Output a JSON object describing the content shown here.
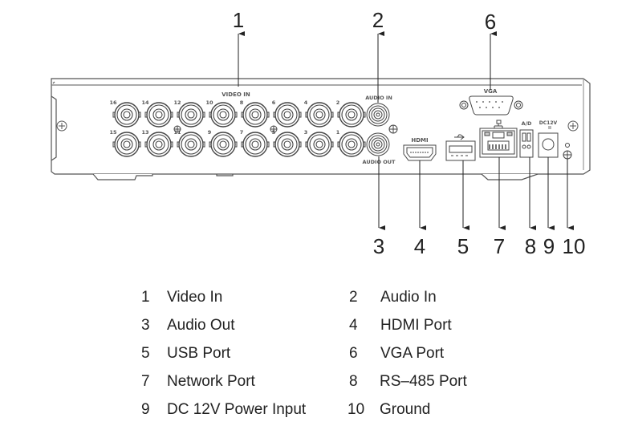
{
  "diagram": {
    "title": "DVR Rear Panel",
    "panel_labels": {
      "video_in": "VIDEO IN",
      "audio_in": "AUDIO IN",
      "audio_out": "AUDIO OUT",
      "vga": "VGA",
      "hdmi": "HDMI",
      "ad": "A/D",
      "dc": "DC12V"
    },
    "bnc_top_row": [
      "16",
      "14",
      "12",
      "10",
      "8",
      "6",
      "4",
      "2"
    ],
    "bnc_bottom_row": [
      "15",
      "13",
      "11",
      "9",
      "7",
      "5",
      "3",
      "1"
    ],
    "callouts_top": [
      {
        "num": "1",
        "target": "video-in"
      },
      {
        "num": "2",
        "target": "audio-in"
      },
      {
        "num": "6",
        "target": "vga-port"
      }
    ],
    "callouts_bottom": [
      {
        "num": "3",
        "target": "audio-out"
      },
      {
        "num": "4",
        "target": "hdmi-port"
      },
      {
        "num": "5",
        "target": "usb-port"
      },
      {
        "num": "7",
        "target": "network-port"
      },
      {
        "num": "8",
        "target": "rs485-port"
      },
      {
        "num": "9",
        "target": "dc-power"
      },
      {
        "num": "10",
        "target": "ground"
      }
    ]
  },
  "legend": [
    {
      "num": "1",
      "label": "Video In"
    },
    {
      "num": "2",
      "label": "Audio In"
    },
    {
      "num": "3",
      "label": "Audio Out"
    },
    {
      "num": "4",
      "label": "HDMI Port"
    },
    {
      "num": "5",
      "label": "USB Port"
    },
    {
      "num": "6",
      "label": "VGA Port"
    },
    {
      "num": "7",
      "label": "Network Port"
    },
    {
      "num": "8",
      "label": "RS–485 Port"
    },
    {
      "num": "9",
      "label": "DC 12V Power Input"
    },
    {
      "num": "10",
      "label": "Ground"
    }
  ]
}
